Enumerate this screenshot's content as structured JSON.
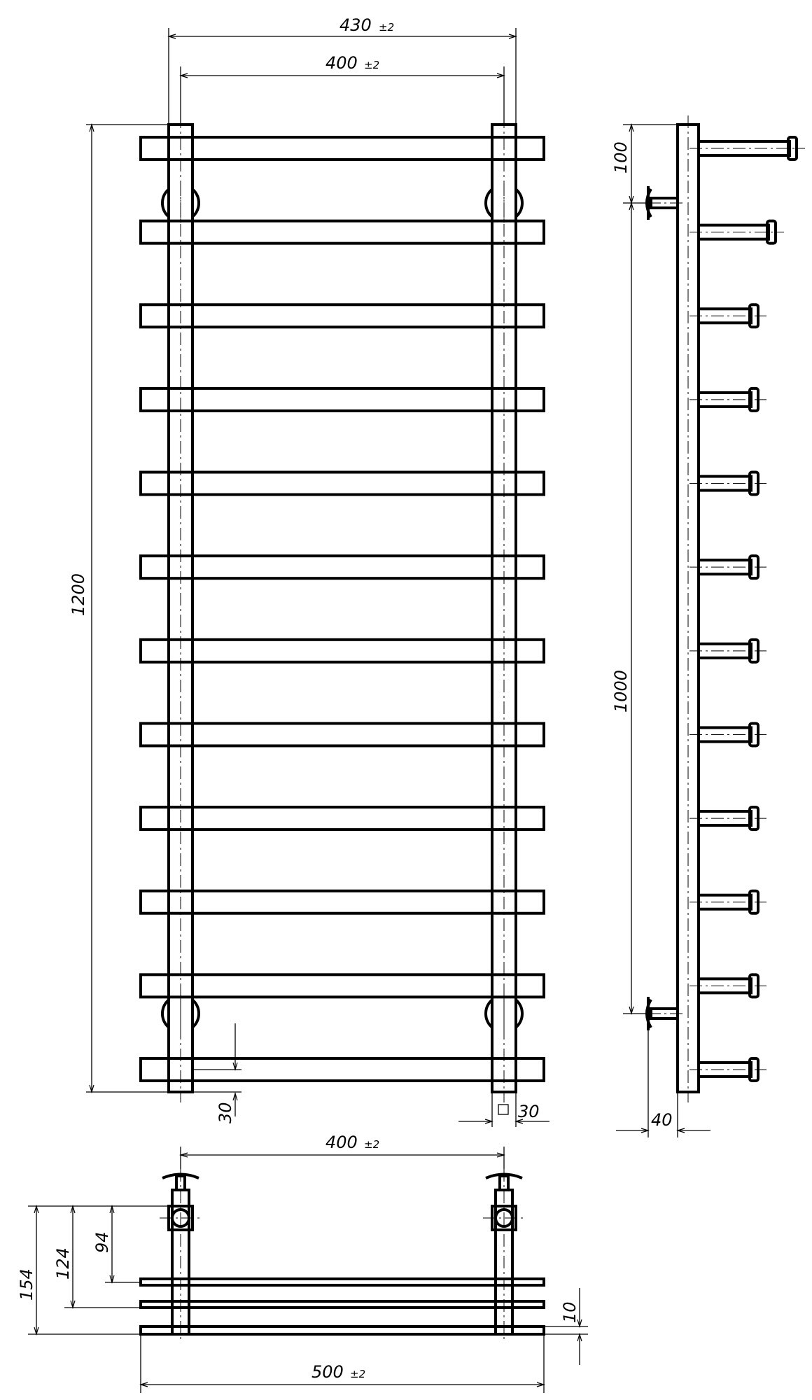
{
  "front_view": {
    "dim_total_width": "430",
    "dim_total_width_tol": "±2",
    "dim_axis_width": "400",
    "dim_axis_width_tol": "±2",
    "dim_total_height": "1200",
    "dim_bottom_offset": "30",
    "dim_pipe_square": "30",
    "crossbar_count": 12
  },
  "side_view": {
    "dim_top": "100",
    "dim_mounting": "1000",
    "dim_depth": "40",
    "bracket_count": 12
  },
  "top_view": {
    "dim_axis_width": "400",
    "dim_axis_width_tol": "±2",
    "dim_total_width": "500",
    "dim_total_width_tol": "±2",
    "dim_depth_154": "154",
    "dim_depth_124": "124",
    "dim_depth_94": "94",
    "dim_bar_thickness": "10"
  }
}
